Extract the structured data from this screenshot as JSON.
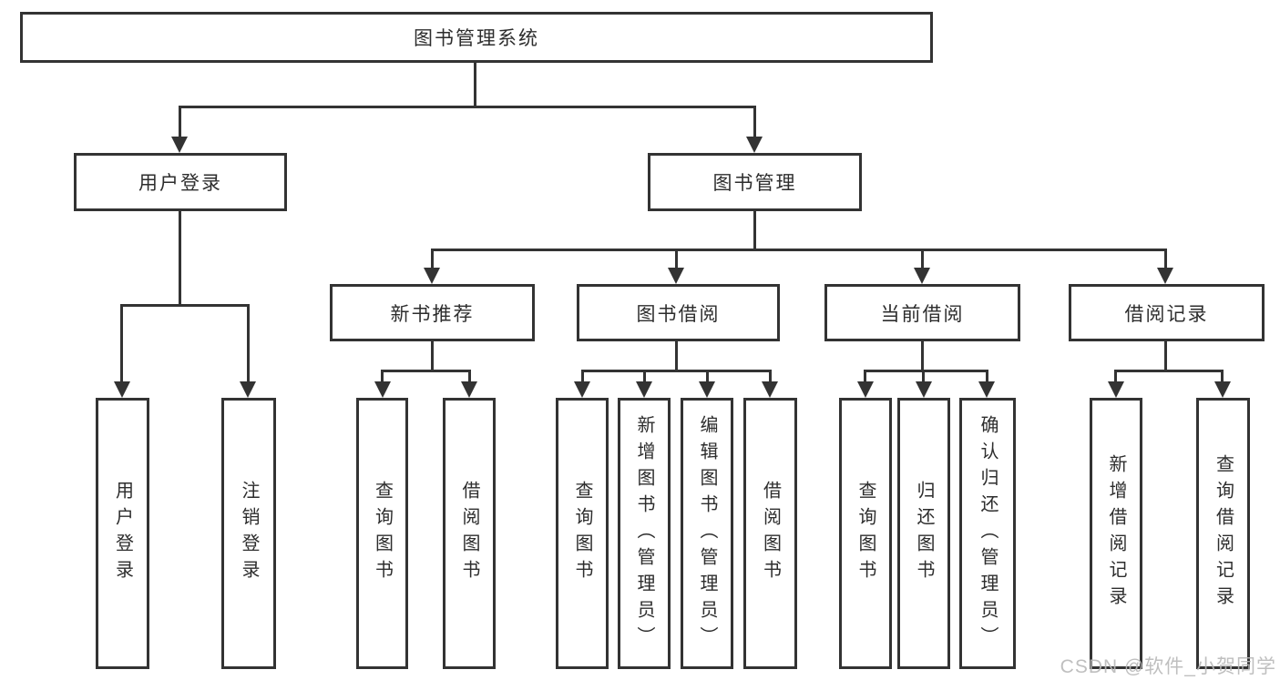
{
  "diagram": {
    "title": "图书管理系统",
    "level1": [
      {
        "label": "用户登录"
      },
      {
        "label": "图书管理"
      }
    ],
    "level2": [
      {
        "label": "新书推荐"
      },
      {
        "label": "图书借阅"
      },
      {
        "label": "当前借阅"
      },
      {
        "label": "借阅记录"
      }
    ],
    "leaves": {
      "user_login": [
        "用户登录",
        "注销登录"
      ],
      "new_book_rec": [
        "查询图书",
        "借阅图书"
      ],
      "book_borrow": [
        "查询图书",
        "新增图书（管理员）",
        "编辑图书（管理员）",
        "借阅图书"
      ],
      "current_borrow": [
        "查询图书",
        "归还图书",
        "确认归还（管理员）"
      ],
      "borrow_records": [
        "新增借阅记录",
        "查询借阅记录"
      ]
    }
  },
  "watermark": {
    "text": "CSDN @软件_小贺同学"
  },
  "colors": {
    "line": "#333333",
    "text": "#2d2d2d",
    "watermark": "#b9b9b9",
    "background": "#ffffff"
  }
}
